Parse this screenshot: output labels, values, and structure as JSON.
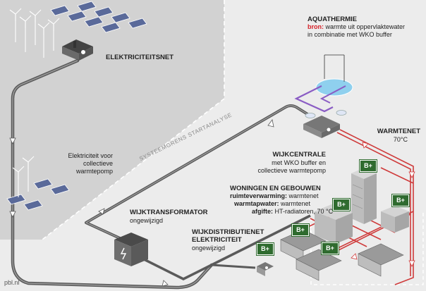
{
  "labels": {
    "elektriciteitsnet": "ELEKTRICITEITSNET",
    "aquathermie": {
      "title": "AQUATHERMIE",
      "bron_label": "bron:",
      "line1": " warmte uit oppervlaktewater",
      "line2": "in combinatie met WKO buffer"
    },
    "systeemgrens": "SYSTEEMGRENS STARTANALYSE",
    "warmtenet": {
      "title": "WARMTENET",
      "sub": "70°C"
    },
    "wijkcentrale": {
      "title": "WIJKCENTRALE",
      "line1": "met WKO buffer en",
      "line2": "collectieve warmtepomp"
    },
    "elektriciteit_voor": {
      "line1": "Elektriciteit voor",
      "line2": "collectieve",
      "line3": "warmtepomp"
    },
    "woningen": {
      "title": "WONINGEN EN GEBOUWEN",
      "r1_key": "ruimteverwarming:",
      "r1_val": " warmtenet",
      "r2_key": "warmtapwater:",
      "r2_val": " warmtenet",
      "r3_key": "afgifte:",
      "r3_val": " HT-radiatoren, 70 °C"
    },
    "wijktransformator": {
      "title": "WIJKTRANSFORMATOR",
      "sub": "ongewijzigd"
    },
    "wijkdistributienet": {
      "line1": "WIJKDISTRIBUTIENET",
      "line2": "ELEKTRICITEIT",
      "sub": "ongewijzigd"
    },
    "credit": "pbl.nl"
  },
  "badges": [
    "B+",
    "B+",
    "B+",
    "B+",
    "B+",
    "B+"
  ],
  "colors": {
    "background": "#ececec",
    "dark_zone": "#d2d2d2",
    "grid_pipe": "#5a5a5a",
    "heat_pipe": "#cf3a3a",
    "water_pipe": "#8a5cc4",
    "water": "#8fd0ee",
    "badge": "#2f6b2f",
    "label_red": "#d62027"
  }
}
